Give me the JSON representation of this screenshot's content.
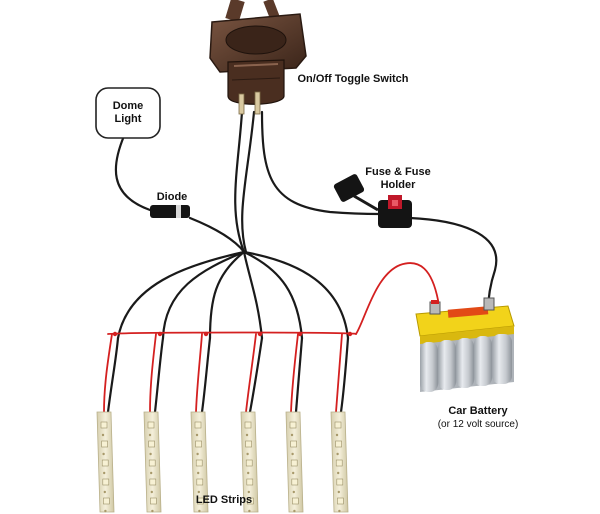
{
  "labels": {
    "dome_light": [
      "Dome",
      "Light"
    ],
    "diode": "Diode",
    "toggle_switch": "On/Off Toggle Switch",
    "fuse": [
      "Fuse & Fuse",
      "Holder"
    ],
    "car_battery": "Car Battery",
    "car_battery_sub": "(or 12 volt source)",
    "led_strips": "LED Strips"
  },
  "colors": {
    "wire_black": "#1a1a1a",
    "wire_red": "#d42020",
    "battery_yellow": "#f2d31a",
    "battery_body": "#c9cdd2",
    "switch_brown": "#5a3a2a",
    "fuse_red": "#c0182a",
    "led_strip": "#e9e3c8"
  },
  "led_strip_count": 6
}
